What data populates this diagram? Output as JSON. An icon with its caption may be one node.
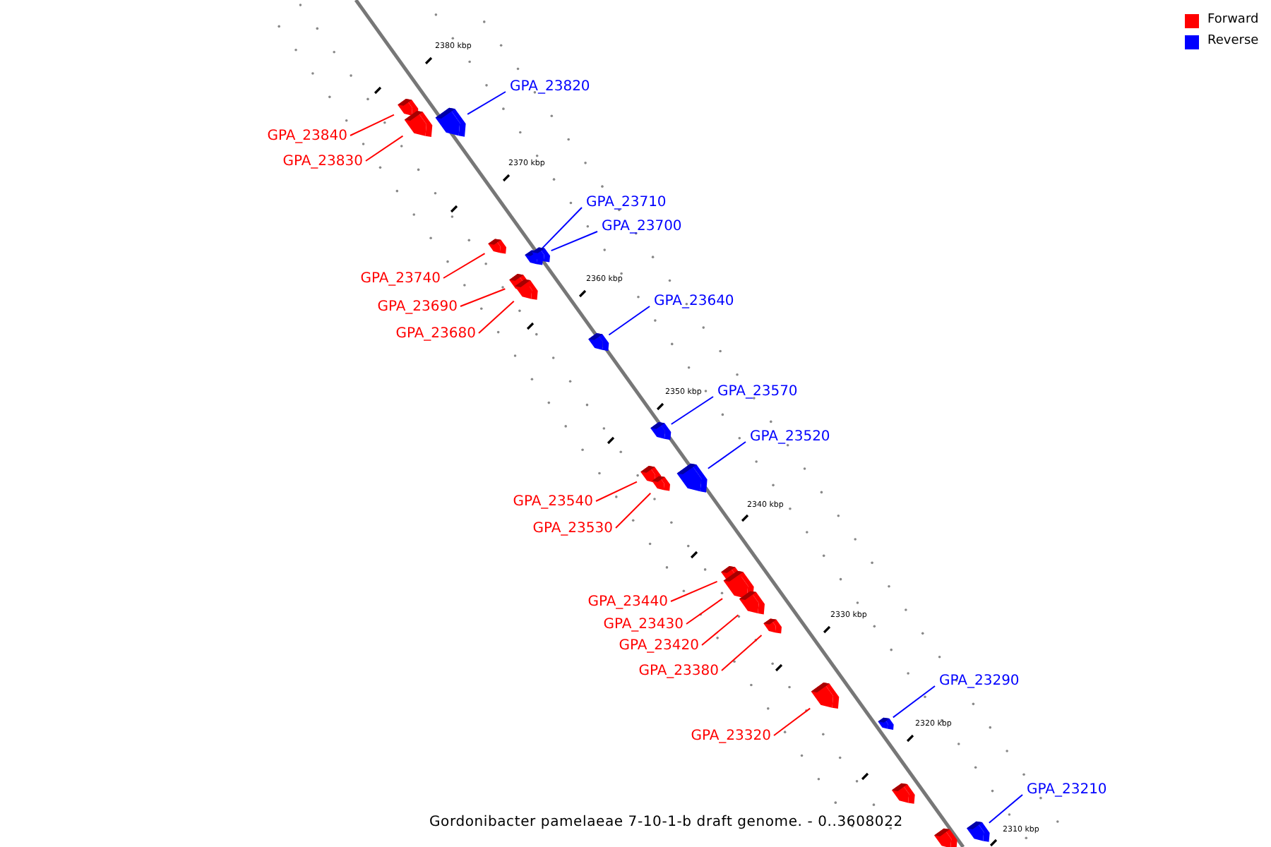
{
  "diagram": {
    "caption": "Gordonibacter pamelaeae 7-10-1-b draft genome. - 0..3608022",
    "nodes": [
      {
        "text": [
          "GPA_23820"
        ]
      },
      {
        "text": [],
        "shape": "arrow"
      },
      {
        "text": [
          "GPA_23840"
        ]
      },
      {
        "text": [],
        "shape": "arrow"
      },
      {
        "text": [
          "GPA_23830"
        ]
      },
      {
        "text": [],
        "shape": "arrow"
      },
      {
        "text": [
          "GPA_23710"
        ]
      },
      {
        "text": [],
        "shape": "arrow"
      },
      {
        "text": [
          "GPA_23700"
        ]
      },
      {
        "text": [],
        "shape": "arrow"
      },
      {
        "text": [
          "GPA_23740"
        ]
      },
      {
        "text": [],
        "shape": "arrow"
      },
      {
        "text": [
          "GPA_23640"
        ]
      },
      {
        "text": [],
        "shape": "arrow"
      },
      {
        "text": [
          "GPA_23690"
        ]
      },
      {
        "text": [],
        "shape": "arrow"
      },
      {
        "text": [
          "GPA_23680"
        ]
      },
      {
        "text": [],
        "shape": "arrow"
      },
      {
        "text": [
          "GPA_23570"
        ]
      },
      {
        "text": [],
        "shape": "arrow"
      },
      {
        "text": [
          "GPA_23520"
        ]
      },
      {
        "text": [],
        "shape": "arrow"
      },
      {
        "text": [
          "GPA_23540"
        ]
      },
      {
        "text": [],
        "shape": "arrow"
      },
      {
        "text": [
          "GPA_23530"
        ]
      },
      {
        "text": [],
        "shape": "arrow"
      },
      {
        "text": [
          "GPA_23440"
        ]
      },
      {
        "text": [],
        "shape": "arrow"
      },
      {
        "text": [
          "GPA_23430"
        ]
      },
      {
        "text": [],
        "shape": "arrow"
      },
      {
        "text": [
          "GPA_23420"
        ]
      },
      {
        "text": [],
        "shape": "arrow"
      },
      {
        "text": [
          "GPA_23380"
        ]
      },
      {
        "text": [],
        "shape": "arrow"
      },
      {
        "text": [
          "GPA_23290"
        ]
      },
      {
        "text": [],
        "shape": "arrow"
      },
      {
        "text": [
          "GPA_23320"
        ]
      },
      {
        "text": [],
        "shape": "arrow"
      },
      {
        "text": [
          "GPA_23210"
        ]
      },
      {
        "text": [],
        "shape": "arrow"
      },
      {
        "text": [],
        "shape": "arrow"
      },
      {
        "text": [],
        "shape": "arrow"
      }
    ],
    "edges": [
      {
        "from": 0,
        "to": 1,
        "arrow": "none",
        "color": "#0000ff"
      },
      {
        "from": 2,
        "to": 3,
        "arrow": "none"
      },
      {
        "from": 4,
        "to": 5,
        "arrow": "none"
      },
      {
        "from": 6,
        "to": 7,
        "arrow": "none",
        "color": "#0000ff"
      },
      {
        "from": 8,
        "to": 9,
        "arrow": "none",
        "color": "#0000ff"
      },
      {
        "from": 10,
        "to": 11,
        "arrow": "none"
      },
      {
        "from": 12,
        "to": 13,
        "arrow": "none",
        "color": "#0000ff"
      },
      {
        "from": 14,
        "to": 15,
        "arrow": "none"
      },
      {
        "from": 16,
        "to": 17,
        "arrow": "none"
      },
      {
        "from": 18,
        "to": 19,
        "arrow": "none",
        "color": "#0000ff"
      },
      {
        "from": 20,
        "to": 21,
        "arrow": "none",
        "color": "#0000ff"
      },
      {
        "from": 22,
        "to": 23,
        "arrow": "none"
      },
      {
        "from": 24,
        "to": 25,
        "arrow": "none"
      },
      {
        "from": 26,
        "to": 27,
        "arrow": "none"
      },
      {
        "from": 28,
        "to": 29,
        "arrow": "none"
      },
      {
        "from": 30,
        "to": 31,
        "arrow": "none"
      },
      {
        "from": 32,
        "to": 33,
        "arrow": "none"
      },
      {
        "from": 34,
        "to": 35,
        "arrow": "none",
        "color": "#0000ff"
      },
      {
        "from": 36,
        "to": 37,
        "arrow": "none"
      },
      {
        "from": 38,
        "to": 39,
        "arrow": "none",
        "color": "#0000ff"
      }
    ],
    "labels": [
      "2380 kbp",
      "2370 kbp",
      "2360 kbp",
      "2350 kbp",
      "2340 kbp",
      "2330 kbp",
      "2320 kbp",
      "2310 kbp"
    ],
    "legend": [
      {
        "text": "Forward",
        "color": "#ff0000"
      },
      {
        "text": "Reverse",
        "color": "#0000ff"
      }
    ]
  }
}
